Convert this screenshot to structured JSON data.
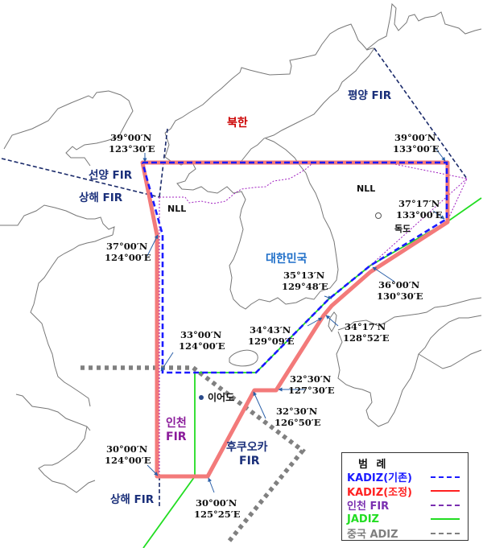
{
  "map": {
    "regions": {
      "north_korea": "북한",
      "south_korea": "대한민국",
      "pyongyang_fir": "평양 FIR",
      "shenyang_fir": "선양 FIR",
      "shanghai_fir_top": "상해 FIR",
      "shanghai_fir_bottom": "상해 FIR",
      "incheon_fir_line1": "인천",
      "incheon_fir_line2": "FIR",
      "fukuoka_fir_line1": "후쿠오카",
      "fukuoka_fir_line2": "FIR",
      "nll_west": "NLL",
      "nll_east": "NLL",
      "dokdo": "독도",
      "ieodo": "이어도"
    },
    "coordinates": [
      {
        "lat": "39°00′N",
        "lon": "123°30′E"
      },
      {
        "lat": "39°00′N",
        "lon": "133°00′E"
      },
      {
        "lat": "37°17′N",
        "lon": "133°00′E"
      },
      {
        "lat": "37°00′N",
        "lon": "124°00′E"
      },
      {
        "lat": "36°00′N",
        "lon": "130°30′E"
      },
      {
        "lat": "35°13′N",
        "lon": "129°48′E"
      },
      {
        "lat": "34°43′N",
        "lon": "129°09′E"
      },
      {
        "lat": "34°17′N",
        "lon": "128°52′E"
      },
      {
        "lat": "33°00′N",
        "lon": "124°00′E"
      },
      {
        "lat": "32°30′N",
        "lon": "127°30′E"
      },
      {
        "lat": "32°30′N",
        "lon": "126°50′E"
      },
      {
        "lat": "30°00′N",
        "lon": "124°00′E"
      },
      {
        "lat": "30°00′N",
        "lon": "125°25′E"
      }
    ]
  },
  "legend": {
    "title": "범 례",
    "items": [
      {
        "label": "KADIZ(기존)",
        "color": "#1a1aff",
        "style": "dashed"
      },
      {
        "label": "KADIZ(조정)",
        "color": "#ff2020",
        "style": "solid"
      },
      {
        "label": "인천 FIR",
        "color": "#7a2fb0",
        "style": "dashed"
      },
      {
        "label": "JADIZ",
        "color": "#22dd22",
        "style": "solid"
      },
      {
        "label": "중국 ADIZ",
        "color": "#7f7f7f",
        "style": "dashed"
      }
    ]
  },
  "colors": {
    "kadiz_old": "#1a1aff",
    "kadiz_new": "#f06a6a",
    "incheon_fir": "#a020c0",
    "jadiz": "#22dd22",
    "china_adiz": "#808080",
    "fir_boundary": "#1a2a6a",
    "coast": "#777777",
    "north_korea_label": "#cc0000",
    "south_korea_label": "#1e6ec8",
    "fir_label": "#1a2f7a",
    "incheon_label": "#8a1a9a"
  }
}
